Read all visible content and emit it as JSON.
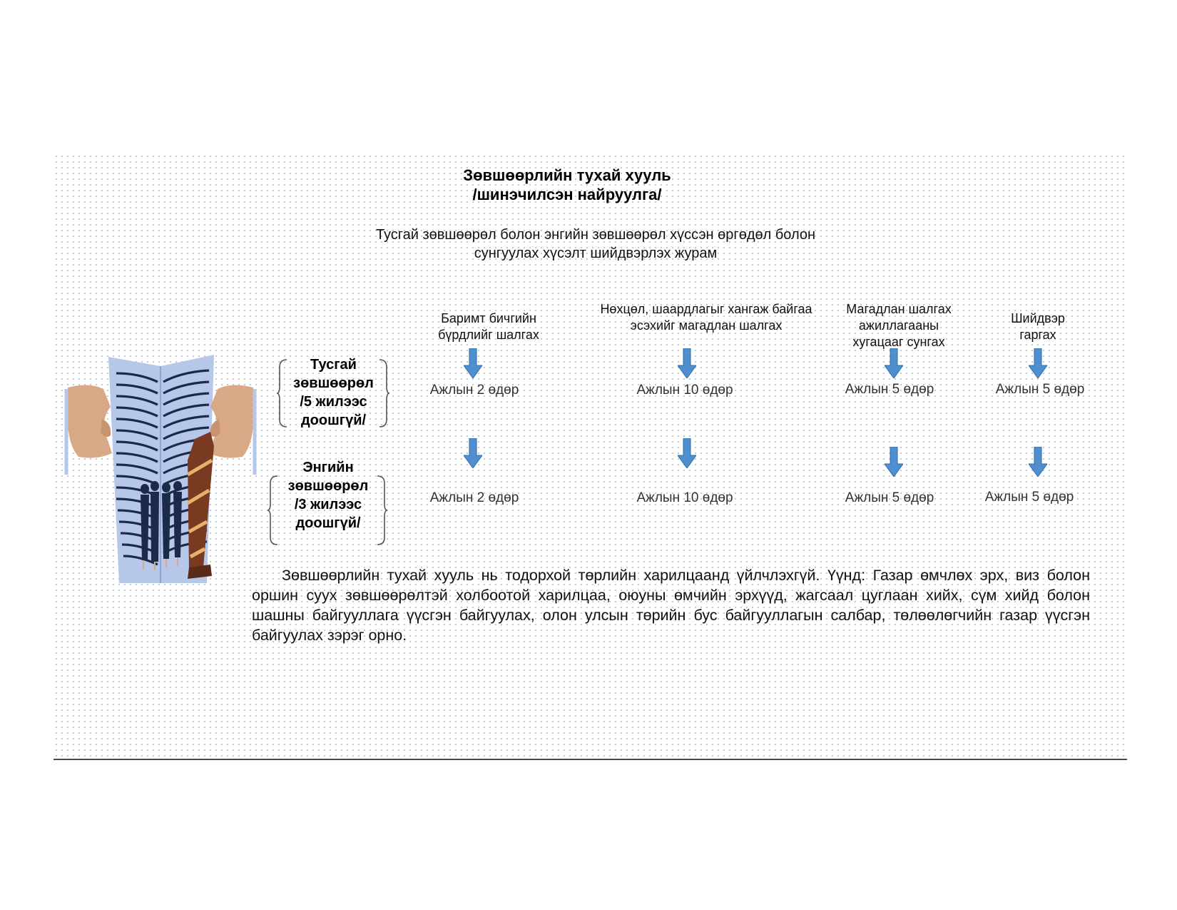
{
  "title": {
    "line1": "Зөвшөөрлийн тухай хууль",
    "line2": "/шинэчилсэн найруулга/"
  },
  "subtitle": {
    "line1": "Тусгай зөвшөөрөл болон энгийн зөвшөөрөл хүссэн өргөдөл болон",
    "line2": "сунгуулах хүсэлт шийдвэрлэх журам"
  },
  "steps": [
    {
      "line1": "Баримт бичгийн",
      "line2": "бүрдлийг шалгах"
    },
    {
      "line1": "Нөхцөл, шаардлагыг хангаж байгаа",
      "line2": "эсэхийг магадлан шалгах"
    },
    {
      "line1": "Магадлан шалгах",
      "line2": "ажиллагааны",
      "line3": "хугацааг сунгах"
    },
    {
      "line1": "Шийдвэр",
      "line2": "гаргах"
    }
  ],
  "rows": [
    {
      "label": [
        "Тусгай",
        "зөвшөөрөл",
        "/5 жилээс",
        "доошгүй/"
      ],
      "durations": [
        "Ажлын 2 өдөр",
        "Ажлын 10 өдөр",
        "Ажлын 5 өдөр",
        "Ажлын 5 өдөр"
      ]
    },
    {
      "label": [
        "Энгийн",
        "зөвшөөрөл",
        "/3 жилээс",
        "доошгүй/"
      ],
      "durations": [
        "Ажлын 2 өдөр",
        "Ажлын 10 өдөр",
        "Ажлын 5 өдөр",
        "Ажлын 5 өдөр"
      ]
    }
  ],
  "paragraph": "Зөвшөөрлийн тухай хууль нь тодорхой төрлийн харилцаанд үйлчлэхгүй. Үүнд: Газар өмчлөх эрх, виз болон оршин суух зөвшөөрөлтэй холбоотой харилцаа, оюуны өмчийн эрхүүд, жагсаал цуглаан хийх, сүм хийд болон шашны байгууллага үүсгэн байгуулах, олон улсын төрийн бус байгууллагын салбар, төлөөлөгчийн газар үүсгэн байгуулах зэрэг орно.",
  "colors": {
    "arrow": "#4f8fd0",
    "arrow_stroke": "#2f6ea8",
    "dots": "#b9c8cf",
    "book": "#b7c7ea",
    "book_lines": "#1c2a4a",
    "hand": "#d9a987"
  },
  "icons": {
    "arrow": "down-arrow-icon",
    "illustration": "open-book-hands-illustration"
  }
}
